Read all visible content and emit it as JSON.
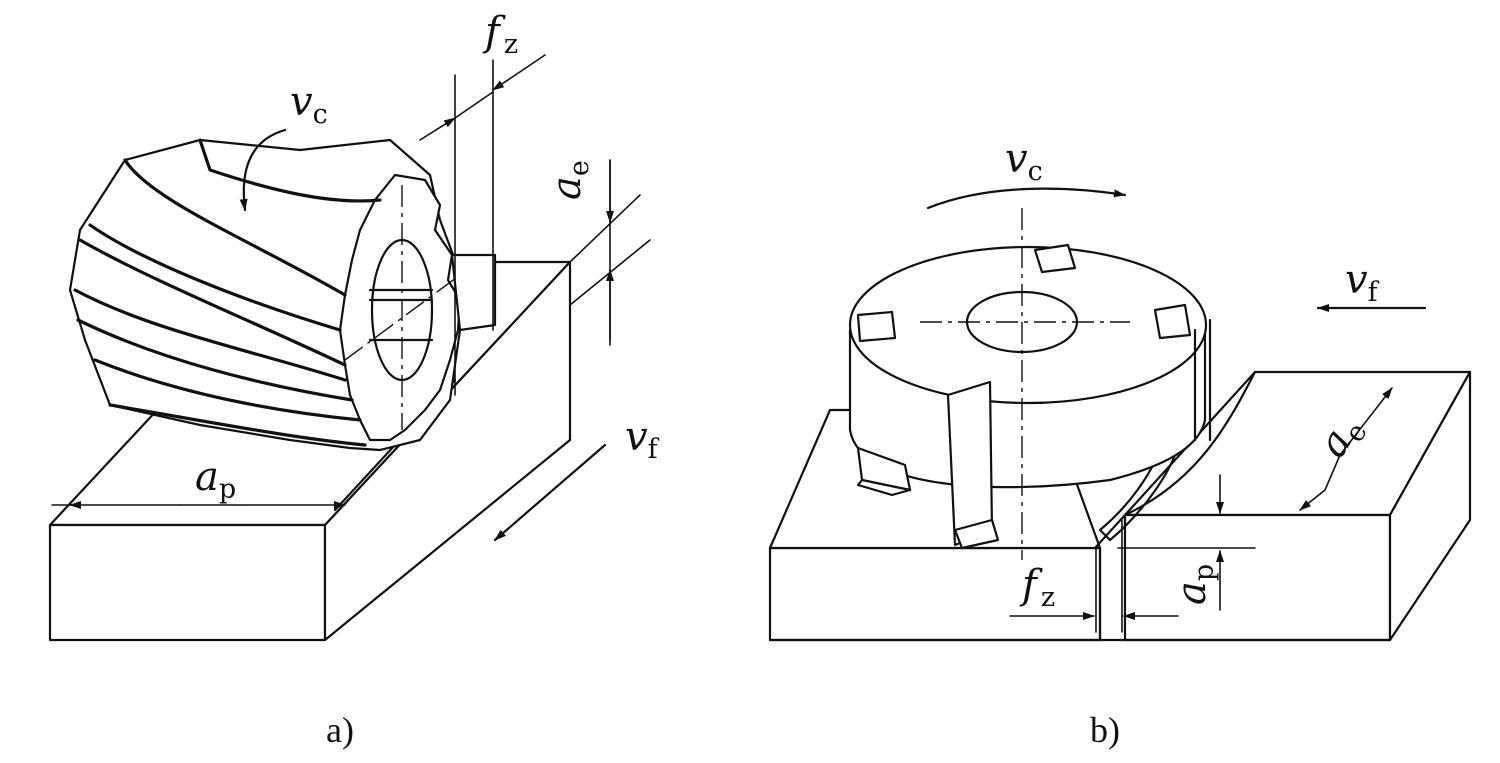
{
  "figure_a": {
    "caption": "a)",
    "labels": {
      "vc": {
        "sym": "v",
        "sub": "c"
      },
      "fz": {
        "sym": "f",
        "sub": "z"
      },
      "ae": {
        "sym": "a",
        "sub": "e"
      },
      "vf": {
        "sym": "v",
        "sub": "f"
      },
      "ap": {
        "sym": "a",
        "sub": "p"
      }
    }
  },
  "figure_b": {
    "caption": "b)",
    "labels": {
      "vc": {
        "sym": "v",
        "sub": "c"
      },
      "vf": {
        "sym": "v",
        "sub": "f"
      },
      "ae": {
        "sym": "a",
        "sub": "e"
      },
      "ap": {
        "sym": "a",
        "sub": "p"
      },
      "fz": {
        "sym": "f",
        "sub": "z"
      }
    }
  }
}
